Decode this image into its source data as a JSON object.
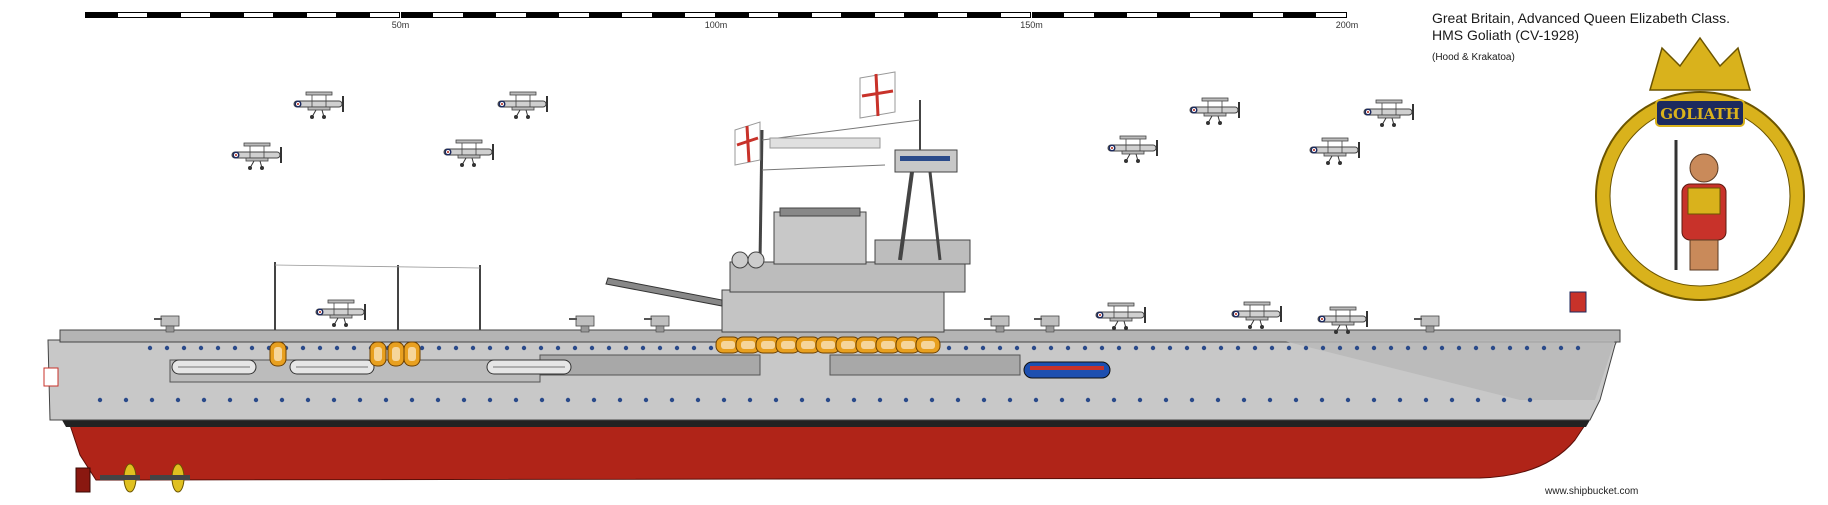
{
  "scale": {
    "ticks": [
      {
        "label": "50m",
        "pos": 0.25
      },
      {
        "label": "100m",
        "pos": 0.5
      },
      {
        "label": "150m",
        "pos": 0.75
      },
      {
        "label": "200m",
        "pos": 1.0
      }
    ]
  },
  "title": {
    "line1": "Great Britain, Advanced Queen Elizabeth Class.",
    "line2": "HMS Goliath (CV-1928)",
    "line3": "(Hood & Krakatoa)"
  },
  "badge": {
    "name": "GOLIATH"
  },
  "credit": "www.shipbucket.com",
  "colors": {
    "hull_gray": "#c8c8c8",
    "hull_red": "#b02418",
    "boot_black": "#222222",
    "deck_gray": "#b4b4b4",
    "gold": "#d9b21c",
    "navy": "#1c2a5e"
  }
}
